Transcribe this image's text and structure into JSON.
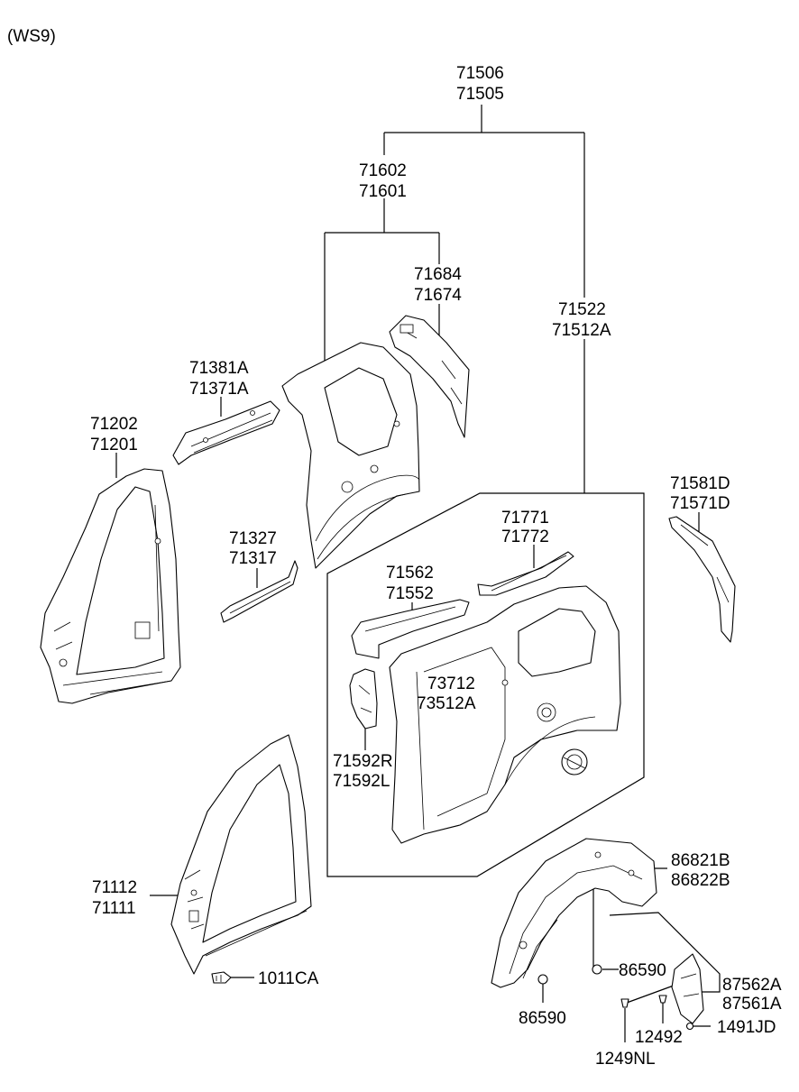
{
  "model_code": "(WS9)",
  "callouts": {
    "top_assembly": [
      "71506",
      "71505"
    ],
    "inner_panel_assy": [
      "71602",
      "71601"
    ],
    "reinforcement_upper": [
      "71684",
      "71674"
    ],
    "outer_panel_assy": [
      "71522",
      "71512A"
    ],
    "roof_rail_front": [
      "71381A",
      "71371A"
    ],
    "front_pillar_inner": [
      "71202",
      "71201"
    ],
    "sill_reinforcement": [
      "71327",
      "71317"
    ],
    "rear_pillar_trim": [
      "71581D",
      "71571D"
    ],
    "roof_rail_rear": [
      "71771",
      "71772"
    ],
    "rail_bracket": [
      "71562",
      "71552"
    ],
    "fuel_door_housing": [
      "73712",
      "73512A"
    ],
    "center_pillar_bracket": [
      "71592R",
      "71592L"
    ],
    "front_pillar_outer": [
      "71112",
      "71111"
    ],
    "bolt": "1011CA",
    "wheel_guard": [
      "86821B",
      "86822B"
    ],
    "clip_upper": "86590",
    "clip_lower": "86590",
    "mud_guard": [
      "87562A",
      "87561A"
    ],
    "screw_a": "12492",
    "screw_b": "1491JD",
    "screw_c": "1249NL"
  }
}
